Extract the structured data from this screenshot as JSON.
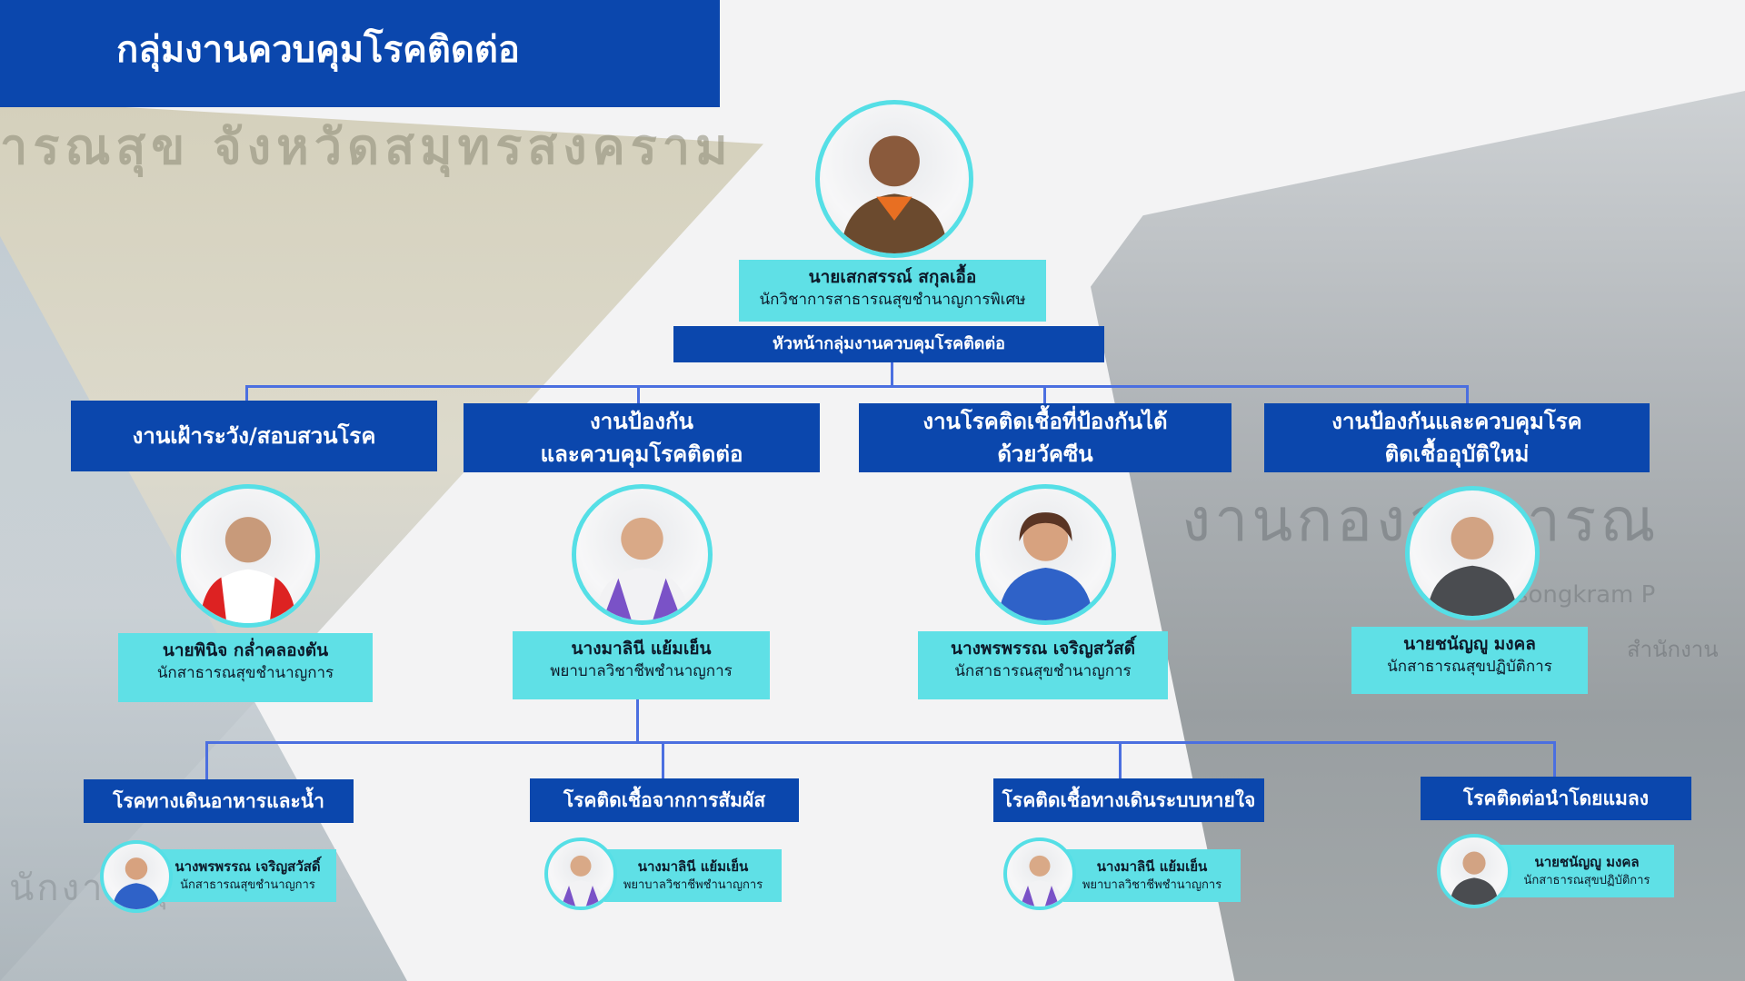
{
  "title": "กลุ่มงานควบคุมโรคติดต่อ",
  "background_text": {
    "left_sign": "ารณสุข  จังหวัดสมุทรสงคราม",
    "right_sign": "งานกองสาธารณ",
    "right_sign_en": "amutsongkram P",
    "right_sign_th": "สำนักงาน",
    "left_bottom": "นักงา  สมุท"
  },
  "head": {
    "name": "นายเสกสรรณ์  สกุลเอื้อ",
    "role": "นักวิชาการสาธารณสุขชำนาญการพิเศษ",
    "position": "หัวหน้ากลุ่มงานควบคุมโรคติดต่อ"
  },
  "sections": [
    {
      "line1": "งานเฝ้าระวัง/สอบสวนโรค",
      "line2": "",
      "name": "นายพินิจ  กล่ำคลองตัน",
      "role": "นักสาธารณสุขชำนาญการ"
    },
    {
      "line1": "งานป้องกัน",
      "line2": "และควบคุมโรคติดต่อ",
      "name": "นางมาลินี  แย้มเย็น",
      "role": "พยาบาลวิชาชีพชำนาญการ"
    },
    {
      "line1": "งานโรคติดเชื้อที่ป้องกันได้",
      "line2": "ด้วยวัคซีน",
      "name": "นางพรพรรณ  เจริญสวัสดิ์",
      "role": "นักสาธารณสุขชำนาญการ"
    },
    {
      "line1": "งานป้องกันและควบคุมโรค",
      "line2": "ติดเชื้ออุบัติใหม่",
      "name": "นายชนัญญู  มงคล",
      "role": "นักสาธารณสุขปฏิบัติการ"
    }
  ],
  "subgroups": [
    {
      "label": "โรคทางเดินอาหารและน้ำ",
      "name": "นางพรพรรณ  เจริญสวัสดิ์",
      "role": "นักสาธารณสุขชำนาญการ"
    },
    {
      "label": "โรคติดเชื้อจากการสัมผัส",
      "name": "นางมาลินี แย้มเย็น",
      "role": "พยาบาลวิชาชีพชำนาญการ"
    },
    {
      "label": "โรคติดเชื้อทางเดินระบบหายใจ",
      "name": "นางมาลินี แย้มเย็น",
      "role": "พยาบาลวิชาชีพชำนาญการ"
    },
    {
      "label": "โรคติดต่อนำโดยแมลง",
      "name": "นายชนัญญู มงคล",
      "role": "นักสาธารณสุขปฏิบัติการ"
    }
  ],
  "colors": {
    "navy": "#0b47ad",
    "cyan": "#5fe0e6",
    "connector": "#4b6fe0",
    "photo_ring": "#55dfe6"
  },
  "icons": {
    "person": "person-portrait-icon"
  }
}
